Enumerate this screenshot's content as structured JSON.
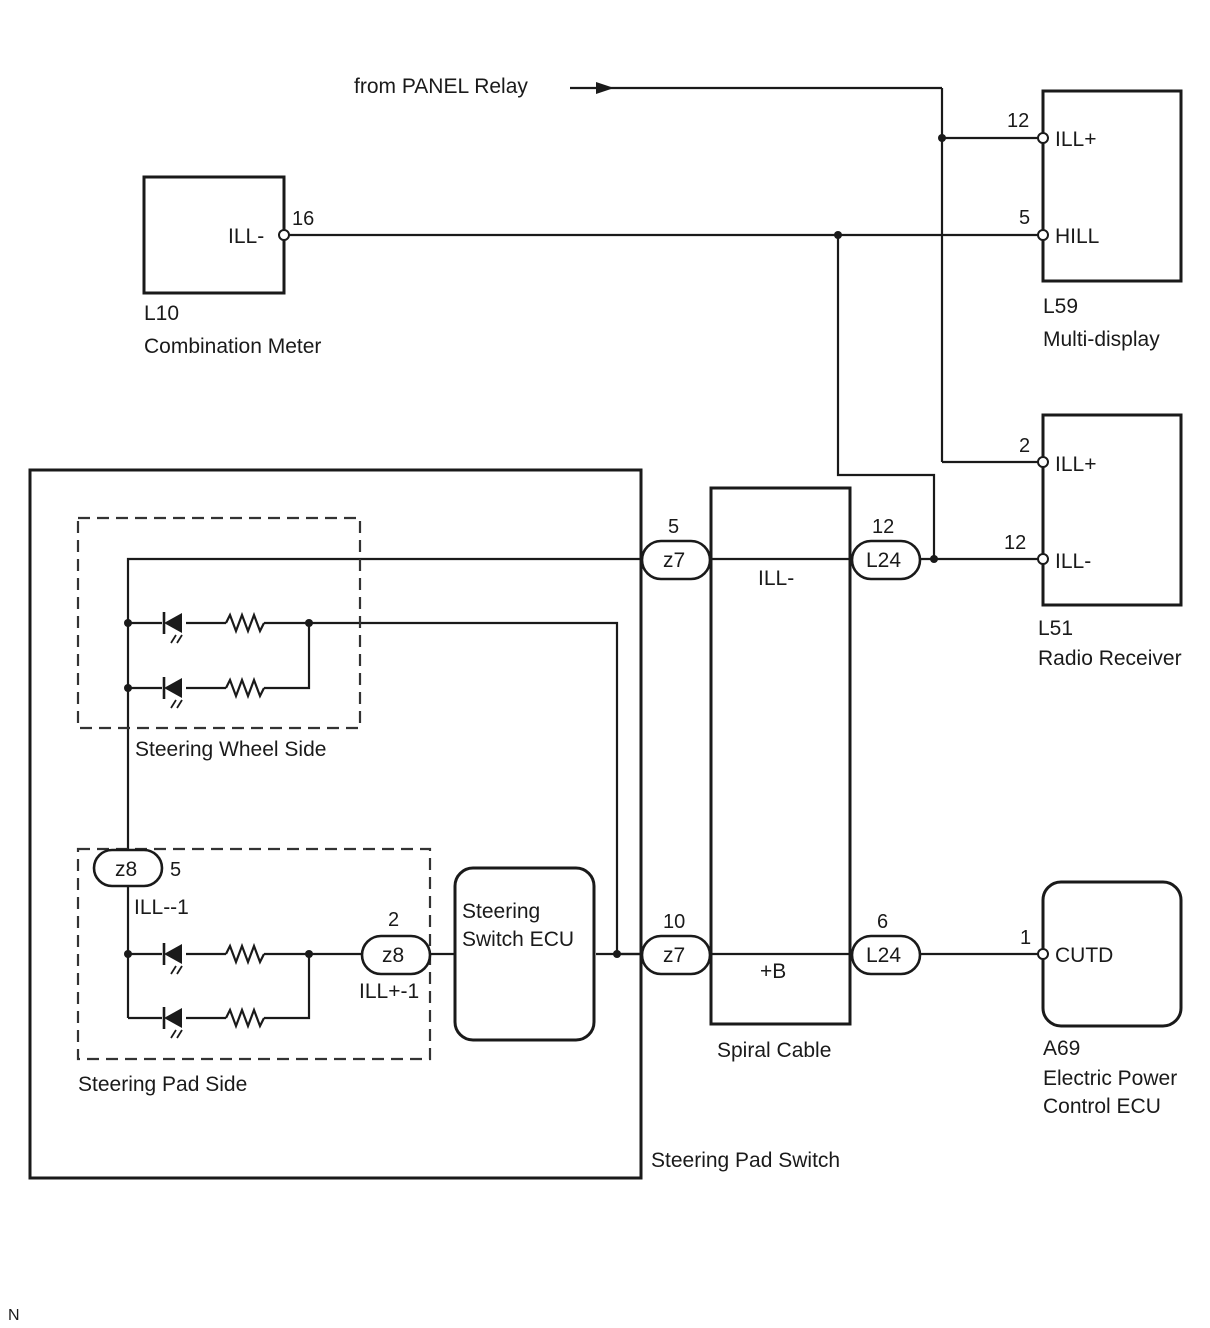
{
  "source": {
    "label": "from PANEL Relay"
  },
  "components": {
    "combination_meter": {
      "id": "L10",
      "name": "Combination Meter",
      "pin_label": "ILL-",
      "pin_no": "16"
    },
    "multi_display": {
      "id": "L59",
      "name": "Multi-display",
      "pins": [
        {
          "no": "12",
          "label": "ILL+"
        },
        {
          "no": "5",
          "label": "HILL"
        }
      ]
    },
    "radio_receiver": {
      "id": "L51",
      "name": "Radio Receiver",
      "pins": [
        {
          "no": "2",
          "label": "ILL+"
        },
        {
          "no": "12",
          "label": "ILL-"
        }
      ]
    },
    "power_ecu": {
      "id": "A69",
      "name_line1": "Electric Power",
      "name_line2": "Control ECU",
      "pin_no": "1",
      "pin_label": "CUTD"
    },
    "spiral_cable": {
      "name": "Spiral Cable",
      "upper_signal": "ILL-",
      "lower_signal": "+B"
    },
    "steering_pad_switch": {
      "name": "Steering Pad Switch"
    },
    "steering_wheel_side": {
      "name": "Steering Wheel Side"
    },
    "steering_pad_side": {
      "name": "Steering Pad Side"
    },
    "steering_switch_ecu": {
      "name_line1": "Steering",
      "name_line2": "Switch ECU"
    }
  },
  "connectors": {
    "z7_top": {
      "id": "z7",
      "pin": "5"
    },
    "z7_bottom": {
      "id": "z7",
      "pin": "10"
    },
    "l24_top": {
      "id": "L24",
      "pin": "12"
    },
    "l24_bottom": {
      "id": "L24",
      "pin": "6"
    },
    "z8_left": {
      "id": "z8",
      "pin": "5",
      "signal": "ILL--1"
    },
    "z8_right": {
      "id": "z8",
      "pin": "2",
      "signal": "ILL+-1"
    }
  },
  "footer_mark": "N"
}
